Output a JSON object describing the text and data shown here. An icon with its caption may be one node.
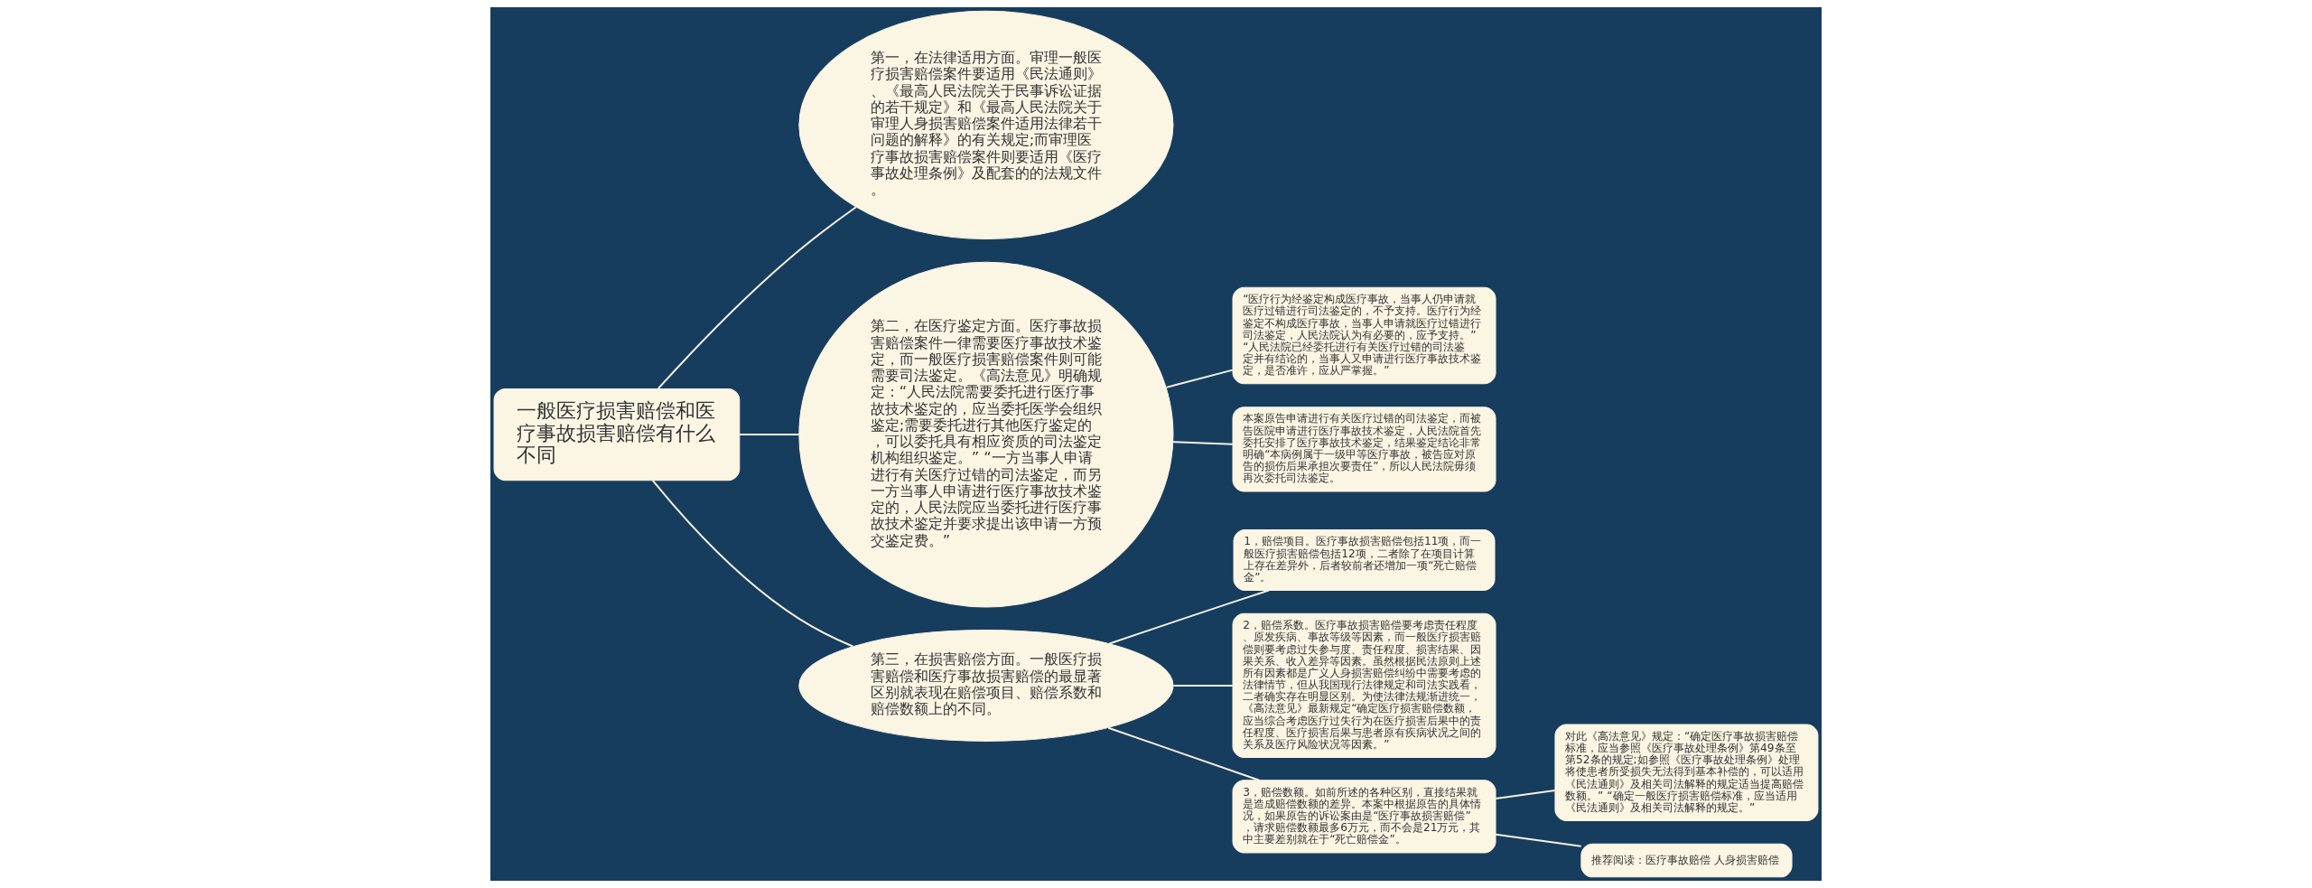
{
  "diagram": {
    "nodes": [
      {
        "text": [
          "一般医疗损害赔偿和医疗事故损害赔偿有什么不同"
        ]
      },
      {
        "text": [
          "第一，在法律适用方面。审理一般医疗损害赔偿案件要适用《民法通则》、《最高人民法院关于民事诉讼证据的若干规定》和《最高人民法院关于审理人身损害赔偿案件适用法律若干问题的解释》的有关规定;而审理医疗事故损害赔偿案件则要适用《医疗事故处理条例》及配套的的法规文件。"
        ]
      },
      {
        "text": [
          "第二，在医疗鉴定方面。医疗事故损害赔偿案件一律需要医疗事故技术鉴定，而一般医疗损害赔偿案件则可能需要司法鉴定。《高法意见》明确规定：“人民法院需要委托进行医疗事故技术鉴定的，应当委托医学会组织鉴定;需要委托进行其他医疗鉴定的，可以委托具有相应资质的司法鉴定机构组织鉴定。” “一方当事人申请进行有关医疗过错的司法鉴定，而另一方当事人申请进行医疗事故技术鉴定的，人民法院应当委托进行医疗事故技术鉴定并要求提出该申请一方预交鉴定费。”"
        ]
      },
      {
        "text": [
          "“医疗行为经鉴定构成医疗事故，当事人仍申请就医疗过错进行司法鉴定的，不予支持。医疗行为经鉴定不构成医疗事故，当事人申请就医疗过错进行司法鉴定，人民法院认为有必要的，应予支持。” “人民法院已经委托进行有关医疗过错的司法鉴定并有结论的，当事人又申请进行医疗事故技术鉴定，是否准许，应从严掌握。”"
        ]
      },
      {
        "text": [
          "本案原告申请进行有关医疗过错的司法鉴定，而被告医院申请进行医疗事故技术鉴定，人民法院首先委托安排了医疗事故技术鉴定，结果鉴定结论非常明确“本病例属于一级甲等医疗事故，被告应对原告的损伤后果承担次要责任”，所以人民法院毋须再次委托司法鉴定。"
        ]
      },
      {
        "text": [
          "第三，在损害赔偿方面。一般医疗损害赔偿和医疗事故损害赔偿的最显著区别就表现在赔偿项目、赔偿系数和赔偿数额上的不同。"
        ]
      },
      {
        "text": [
          "1，赔偿项目。医疗事故损害赔偿包括11项，而一般医疗损害赔偿包括12项，二者除了在项目计算上存在差异外，后者较前者还增加一项“死亡赔偿金”。"
        ]
      },
      {
        "text": [
          "2，赔偿系数。医疗事故损害赔偿要考虑责任程度、原发疾病、事故等级等因素，而一般医疗损害赔偿则要考虑过失参与度、责任程度、损害结果、因果关系、收入差异等因素。虽然根据民法原则上述所有因素都是广义人身损害赔偿纠纷中需要考虑的法律情节，但从我国现行法律规定和司法实践看，二者确实存在明显区别。为使法律法规渐进统一，《高法意见》最新规定“确定医疗损害赔偿数额，应当综合考虑医疗过失行为在医疗损害后果中的责任程度、医疗损害后果与患者原有疾病状况之间的关系及医疗风险状况等因素。”"
        ]
      },
      {
        "text": [
          "3，赔偿数额。如前所述的各种区别，直接结果就是造成赔偿数额的差异。本案中根据原告的具体情况，如果原告的诉讼案由是“医疗事故损害赔偿”，请求赔偿数额最多6万元，而不会是21万元，其中主要差别就在于“死亡赔偿金”。"
        ]
      },
      {
        "text": [
          "对此《高法意见》规定：“确定医疗事故损害赔偿标准，应当参照《医疗事故处理条例》第49条至第52条的规定;如参照《医疗事故处理条例》处理将使患者所受损失无法得到基本补偿的，可以适用《民法通则》及相关司法解释的规定适当提高赔偿数额。” “确定一般医疗损害赔偿标准，应当适用《民法通则》及相关司法解释的规定。”"
        ]
      },
      {
        "text": [
          "推荐阅读：医疗事故赔偿 人身损害赔偿"
        ]
      }
    ],
    "edges": [
      {
        "from": 0,
        "to": 1,
        "arrow": "none"
      },
      {
        "from": 0,
        "to": 2,
        "arrow": "none"
      },
      {
        "from": 2,
        "to": 3,
        "arrow": "none"
      },
      {
        "from": 2,
        "to": 4,
        "arrow": "none"
      },
      {
        "from": 0,
        "to": 5,
        "arrow": "none"
      },
      {
        "from": 5,
        "to": 6,
        "arrow": "none"
      },
      {
        "from": 5,
        "to": 7,
        "arrow": "none"
      },
      {
        "from": 5,
        "to": 8,
        "arrow": "none"
      },
      {
        "from": 8,
        "to": 9,
        "arrow": "none"
      },
      {
        "from": 8,
        "to": 10,
        "arrow": "none"
      }
    ]
  }
}
